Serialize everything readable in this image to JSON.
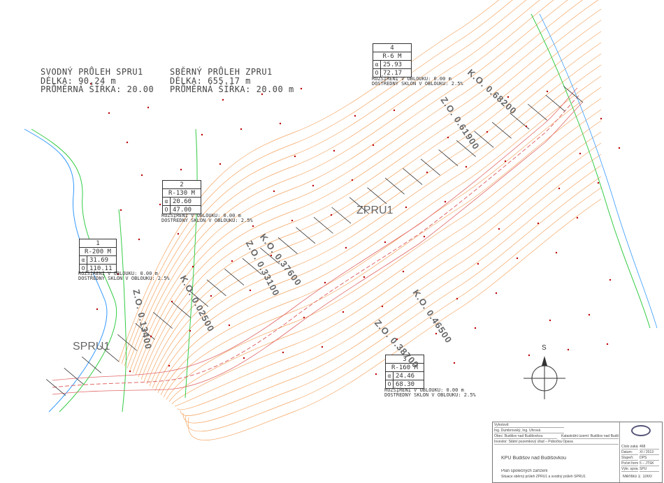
{
  "summary_left": {
    "line1": "SVODNÝ PRŮLEH SPRU1",
    "line2": "DÉLKA: 90.24 m",
    "line3": "PRŮMĚRNÁ ŠÍŘKA: 20.00"
  },
  "summary_right": {
    "line1": "SBĚRNÝ PRŮLEH ZPRU1",
    "line2": "DÉLKA: 655.17 m",
    "line3": "PRŮMĚRNÁ ŠÍŘKA: 20.00 m"
  },
  "curves": [
    {
      "num": "1",
      "radius": "R-200 M",
      "alpha": "31.69",
      "length": "110.11",
      "widening": "ROZŠÍŘENÍ V OBLOUKU: 0.00 m",
      "slope": "DOSTŘEDNÝ SKLON V OBLOUKU: 2.5%"
    },
    {
      "num": "2",
      "radius": "R-130 M",
      "alpha": "20.60",
      "length": "47.00",
      "widening": "ROZŠÍŘENÍ V OBLOUKU: 0.00 m",
      "slope": "DOSTŘEDNÝ SKLON V OBLOUKU: 2.5%"
    },
    {
      "num": "3",
      "radius": "R-160 M",
      "alpha": "24.46",
      "length": "68.30",
      "widening": "ROZŠÍŘENÍ V OBLOUKU: 0.00 m",
      "slope": "DOSTŘEDNÝ SKLON V OBLOUKU: 2.5%"
    },
    {
      "num": "4",
      "radius": "R-6 M",
      "alpha": "25.93",
      "length": "72.17",
      "widening": "ROZŠÍŘENÍ V OBLOUKU: 0.00 m",
      "slope": "DOSTŘEDNÝ SKLON V OBLOUKU: 2.5%"
    }
  ],
  "symbols": {
    "alpha": "α",
    "length": "O"
  },
  "stations": {
    "ko1": "K.O. 0.02500",
    "zo1": "Z.O. 0.13400",
    "ko2": "K.O. 0.37600",
    "zo2": "Z.O. 0.33100",
    "ko3": "K.O. 0.46500",
    "zo3": "Z.O. 0.38700",
    "ko4": "K.O. 0.68200",
    "zo4": "Z.O. 0.61900"
  },
  "names": {
    "spru": "SPRU1",
    "zpru": "ZPRU1"
  },
  "north": "S",
  "title_block": {
    "author_label": "Vyhotovil:",
    "author": "Ing. Dumbrovský, Ing. Uhrová",
    "area_label": "Obec: Budišov nad Budišovkou",
    "cadastral_label": "Katastrální území: Budišov nad Budišovkou",
    "investor": "Investor: Státní pozemkový úřad – Pobočka Opava",
    "project": "KPÚ Budišov nad Budišovkou",
    "subtitle1": "Plán společných zařízení",
    "subtitle2": "Situace sběrný průleh ZPRU1 a svodný průleh SPRU1",
    "scale": "Měřítko 1: 1000",
    "fields": [
      {
        "label": "Číslo zakázky:",
        "value": "468"
      },
      {
        "label": "Datum:",
        "value": "XI / 2013"
      },
      {
        "label": "Stupeň:",
        "value": "DPS"
      },
      {
        "label": "Počet formátů:",
        "value": "5 – JTSK"
      },
      {
        "label": "Výkr. sprav.:",
        "value": "SPU"
      }
    ]
  },
  "colors": {
    "contour": "#f4a460",
    "axis": "#e06666",
    "stream": "#33cc44",
    "water": "#3399ff",
    "text": "#555555"
  }
}
